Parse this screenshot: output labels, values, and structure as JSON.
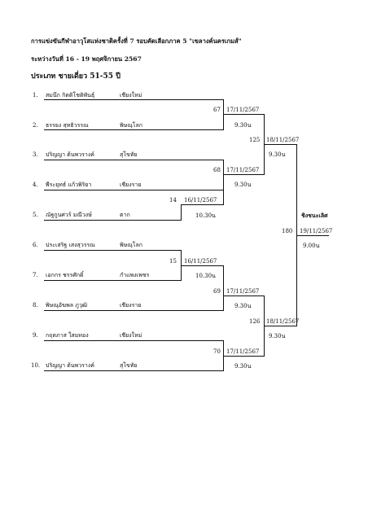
{
  "header": {
    "title": "การแข่งขันกีฬาอาวุโสแห่งชาติครั้งที่ 7 รอบคัดเลือกภาค 5 \"เขลางค์นครเกมส์\"",
    "dates": "ระหว่างวันที่ 16 - 19 พฤศจิกายน 2567",
    "category": "ประเภท ชายเดี่ยว 51-55 ปี"
  },
  "players": [
    {
      "no": "1.",
      "name": "สมนึก กิตติโชติพันธุ์",
      "province": "เชียงใหม่"
    },
    {
      "no": "2.",
      "name": "ธรรยง สุทธิวรรณ",
      "province": "พิษณุโลก"
    },
    {
      "no": "3.",
      "name": "ปริญญา ต้นพวรางค์",
      "province": "สุโขทัย"
    },
    {
      "no": "4.",
      "name": "พีระยุทธ์ แก้วพิริยา",
      "province": "เชียงราย"
    },
    {
      "no": "5.",
      "name": "ณัฐกูนศวร์ มณีวงษ์",
      "province": "ตาก"
    },
    {
      "no": "6.",
      "name": "ประเสริฐ เสงสุวรรณ",
      "province": "พิษณุโลก"
    },
    {
      "no": "7.",
      "name": "เอกกร ชรรศักดิ์",
      "province": "กำแพงเพชร"
    },
    {
      "no": "8.",
      "name": "พิษณุอัฆพล ภูวุฒิ",
      "province": "เชียงราย"
    },
    {
      "no": "9.",
      "name": "กฤตภาส ใสมทอง",
      "province": "เชียงใหม่"
    },
    {
      "no": "10.",
      "name": "ปริญญา ต้นพวรางค์",
      "province": "สุโขทัย"
    }
  ],
  "matches": {
    "m67": {
      "no": "67",
      "date": "17/11/2567",
      "time": "9.30น"
    },
    "m68": {
      "no": "68",
      "date": "17/11/2567",
      "time": "9.30น"
    },
    "m14": {
      "no": "14",
      "date": "16/11/2567",
      "time": "10.30น"
    },
    "m125": {
      "no": "125",
      "date": "18/11/2567",
      "time": "9.30น"
    },
    "m15": {
      "no": "15",
      "date": "16/11/2567",
      "time": "10.30น"
    },
    "m69": {
      "no": "69",
      "date": "17/11/2567",
      "time": "9.30น"
    },
    "m70": {
      "no": "70",
      "date": "17/11/2567",
      "time": "9.30น"
    },
    "m126": {
      "no": "126",
      "date": "18/11/2567",
      "time": "9.30น"
    },
    "final": {
      "label": "ชิงชนะเลิศ",
      "no": "180",
      "date": "19/11/2567",
      "time": "9.00น"
    }
  }
}
